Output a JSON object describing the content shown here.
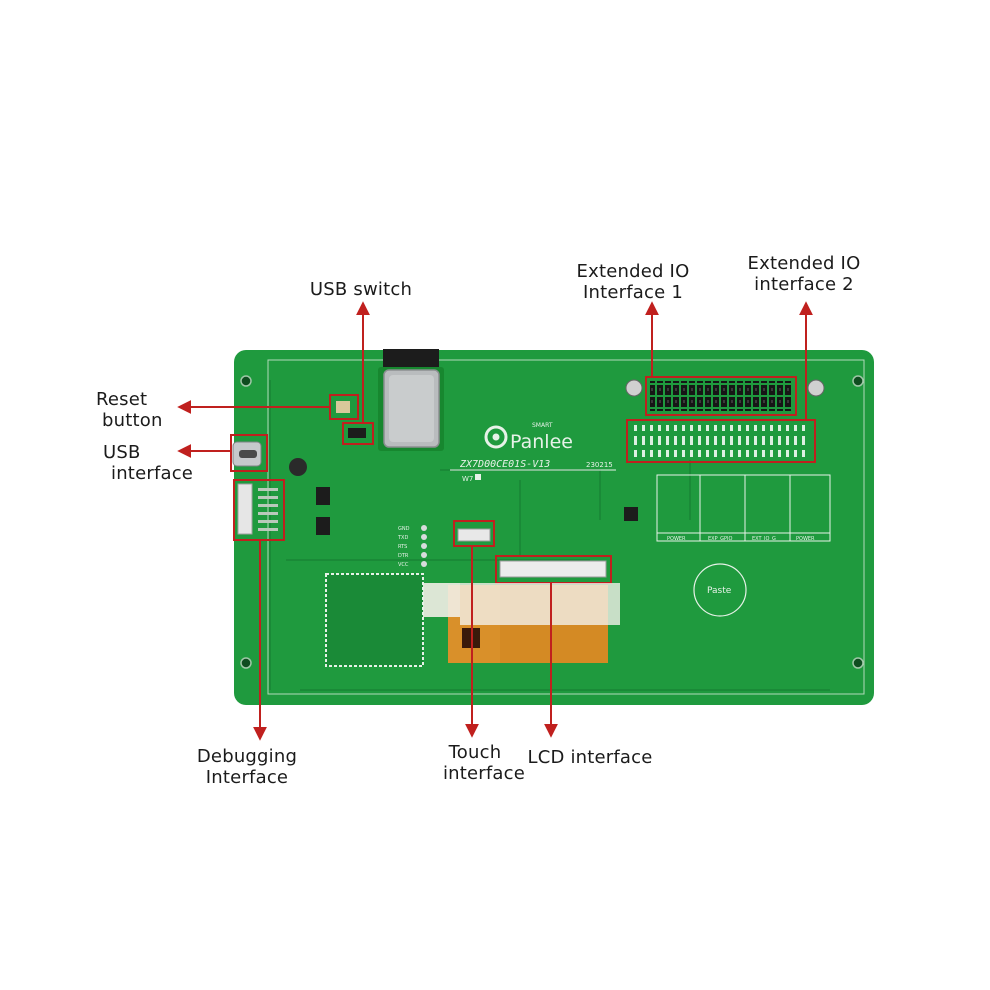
{
  "labels": {
    "usb_switch": [
      "USB switch"
    ],
    "extended_io_1": [
      "Extended IO",
      "Interface 1"
    ],
    "extended_io_2": [
      "Extended IO",
      "interface 2"
    ],
    "reset_button": [
      "Reset",
      "button"
    ],
    "usb_interface": [
      "USB",
      "interface"
    ],
    "debugging_interface": [
      "Debugging",
      "Interface"
    ],
    "touch_interface": [
      "Touch",
      "interface"
    ],
    "lcd_interface": [
      "LCD interface"
    ]
  },
  "board": {
    "brand": "Panlee",
    "brand_small": "SMART",
    "model": "ZX7D00CE01S-V13",
    "date_code": "230215",
    "paste_label": "Paste",
    "table_labels": [
      "POWER",
      "EXP_GPIO",
      "EXT_IO_G",
      "POWER"
    ],
    "test_pads": [
      "GND",
      "TXD",
      "RTS",
      "DTR",
      "VCC"
    ],
    "sticker": "W7"
  },
  "colors": {
    "pcb_green": "#1f9a3e",
    "pcb_dark": "#178434",
    "silkscreen": "#e7f2e8",
    "callout_red": "#c0201e",
    "header_black": "#1c1c1c",
    "flex_amber": "#d9902a"
  }
}
